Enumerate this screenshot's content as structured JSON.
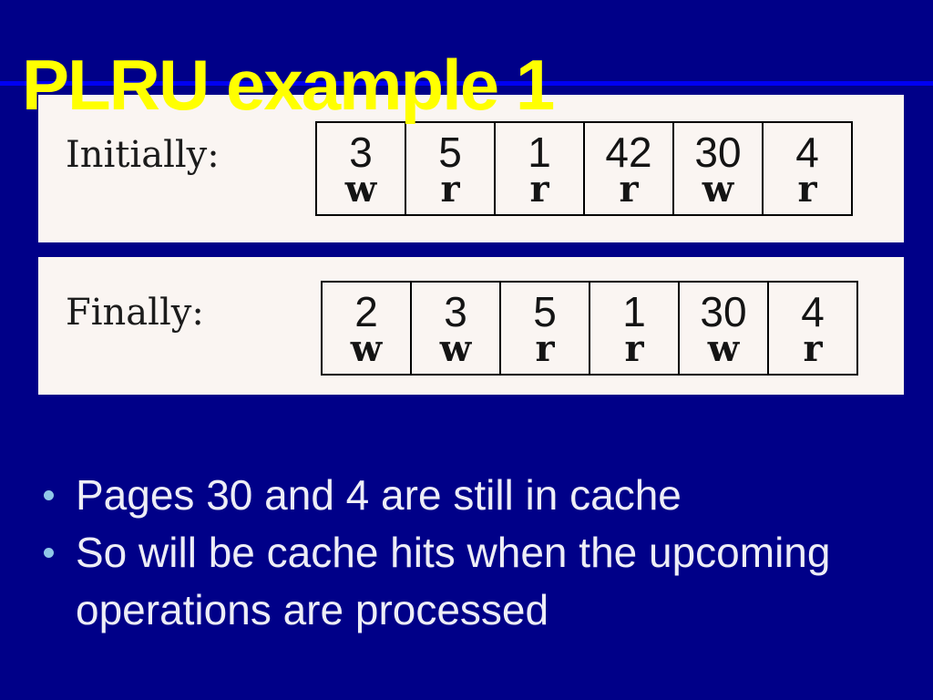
{
  "title": "PLRU example 1",
  "colors": {
    "background": "#000088",
    "title_text": "#FFFF00",
    "rule": "#0000F2",
    "panel_background": "#FAF5F2",
    "cell_border": "#000000",
    "cell_text": "#141414",
    "bullet_dot": "#8FC7E8",
    "bullet_text": "#EDEDF6"
  },
  "panels": [
    {
      "label": "Initially:",
      "cells": [
        {
          "page": "3",
          "op": "w"
        },
        {
          "page": "5",
          "op": "r"
        },
        {
          "page": "1",
          "op": "r"
        },
        {
          "page": "42",
          "op": "r"
        },
        {
          "page": "30",
          "op": "w"
        },
        {
          "page": "4",
          "op": "r"
        }
      ]
    },
    {
      "label": "Finally:",
      "cells": [
        {
          "page": "2",
          "op": "w"
        },
        {
          "page": "3",
          "op": "w"
        },
        {
          "page": "5",
          "op": "r"
        },
        {
          "page": "1",
          "op": "r"
        },
        {
          "page": "30",
          "op": "w"
        },
        {
          "page": "4",
          "op": "r"
        }
      ]
    }
  ],
  "bullets": [
    "Pages 30 and 4 are still in cache",
    "So will be cache hits when the upcoming operations are processed"
  ]
}
